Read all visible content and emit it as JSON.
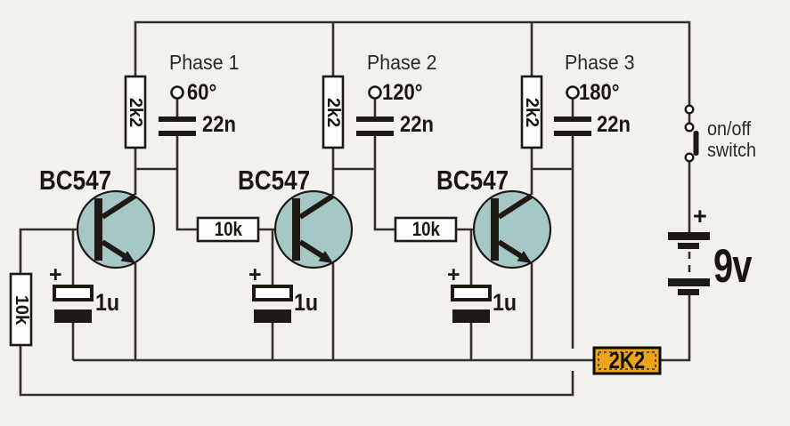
{
  "colors": {
    "background": "#f2f1ed",
    "wire": "#35302a",
    "transistor_fill": "#a5c8c7",
    "highlight": "#eaa41e",
    "component_fill": "#fdfdfb"
  },
  "phases": [
    {
      "name": "Phase 1",
      "degrees": "60°",
      "output_cap": "22n",
      "collector_resistor": "2k2",
      "transistor": "BC547",
      "emitter_cap": "1u"
    },
    {
      "name": "Phase 2",
      "degrees": "120°",
      "output_cap": "22n",
      "collector_resistor": "2k2",
      "transistor": "BC547",
      "emitter_cap": "1u"
    },
    {
      "name": "Phase 3",
      "degrees": "180°",
      "output_cap": "22n",
      "collector_resistor": "2k2",
      "transistor": "BC547",
      "emitter_cap": "1u"
    }
  ],
  "coupling_resistors": [
    "10k",
    "10k"
  ],
  "base_resistor": "10k",
  "feedback_resistor": "2K2",
  "battery": {
    "voltage": "9v",
    "polarity": "+"
  },
  "switch": {
    "label_line1": "on/off",
    "label_line2": "switch"
  },
  "symbols": {
    "plus": "+"
  }
}
